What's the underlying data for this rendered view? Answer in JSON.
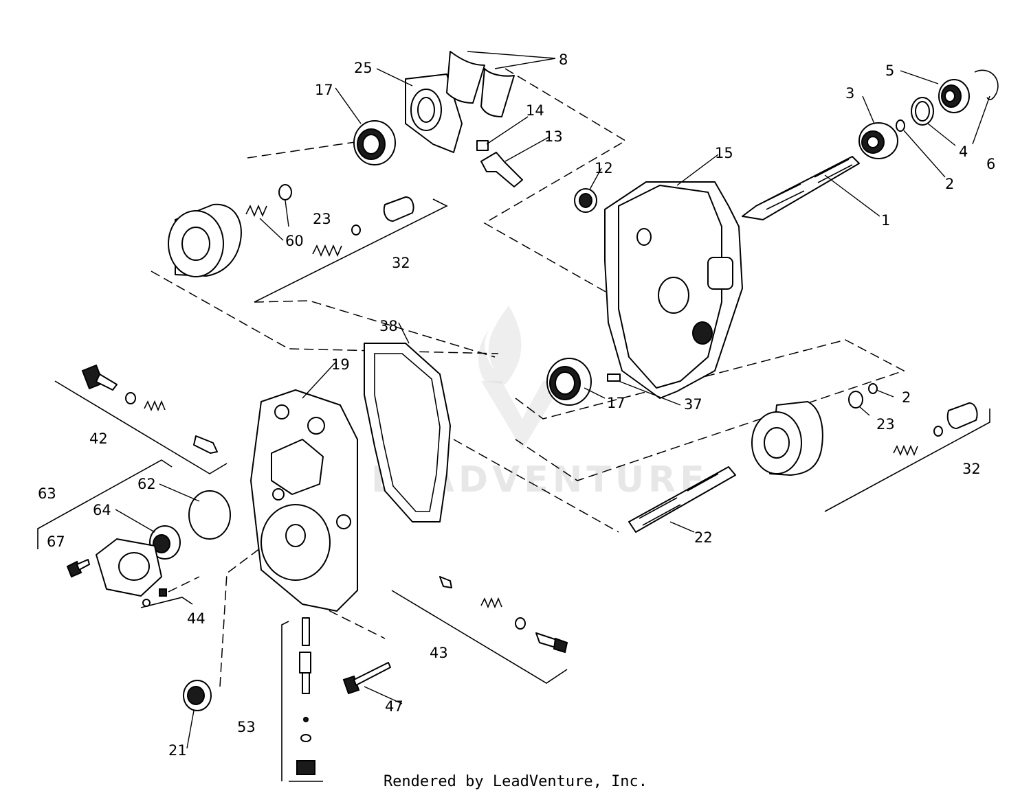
{
  "callouts": [
    {
      "id": "c1",
      "text": "1"
    },
    {
      "id": "c2a",
      "text": "2"
    },
    {
      "id": "c2b",
      "text": "2"
    },
    {
      "id": "c3",
      "text": "3"
    },
    {
      "id": "c4",
      "text": "4"
    },
    {
      "id": "c5",
      "text": "5"
    },
    {
      "id": "c6",
      "text": "6"
    },
    {
      "id": "c8",
      "text": "8"
    },
    {
      "id": "c12",
      "text": "12"
    },
    {
      "id": "c13",
      "text": "13"
    },
    {
      "id": "c14",
      "text": "14"
    },
    {
      "id": "c15",
      "text": "15"
    },
    {
      "id": "c17a",
      "text": "17"
    },
    {
      "id": "c17b",
      "text": "17"
    },
    {
      "id": "c19",
      "text": "19"
    },
    {
      "id": "c21",
      "text": "21"
    },
    {
      "id": "c22",
      "text": "22"
    },
    {
      "id": "c23a",
      "text": "23"
    },
    {
      "id": "c23b",
      "text": "23"
    },
    {
      "id": "c25",
      "text": "25"
    },
    {
      "id": "c32a",
      "text": "32"
    },
    {
      "id": "c32b",
      "text": "32"
    },
    {
      "id": "c37",
      "text": "37"
    },
    {
      "id": "c38",
      "text": "38"
    },
    {
      "id": "c42",
      "text": "42"
    },
    {
      "id": "c43",
      "text": "43"
    },
    {
      "id": "c44",
      "text": "44"
    },
    {
      "id": "c47",
      "text": "47"
    },
    {
      "id": "c53",
      "text": "53"
    },
    {
      "id": "c60",
      "text": "60"
    },
    {
      "id": "c62",
      "text": "62"
    },
    {
      "id": "c63",
      "text": "63"
    },
    {
      "id": "c64",
      "text": "64"
    },
    {
      "id": "c67",
      "text": "67"
    }
  ],
  "watermark": {
    "text": "LEADVENTURE"
  },
  "footer": {
    "credit": "Rendered by LeadVenture, Inc."
  }
}
